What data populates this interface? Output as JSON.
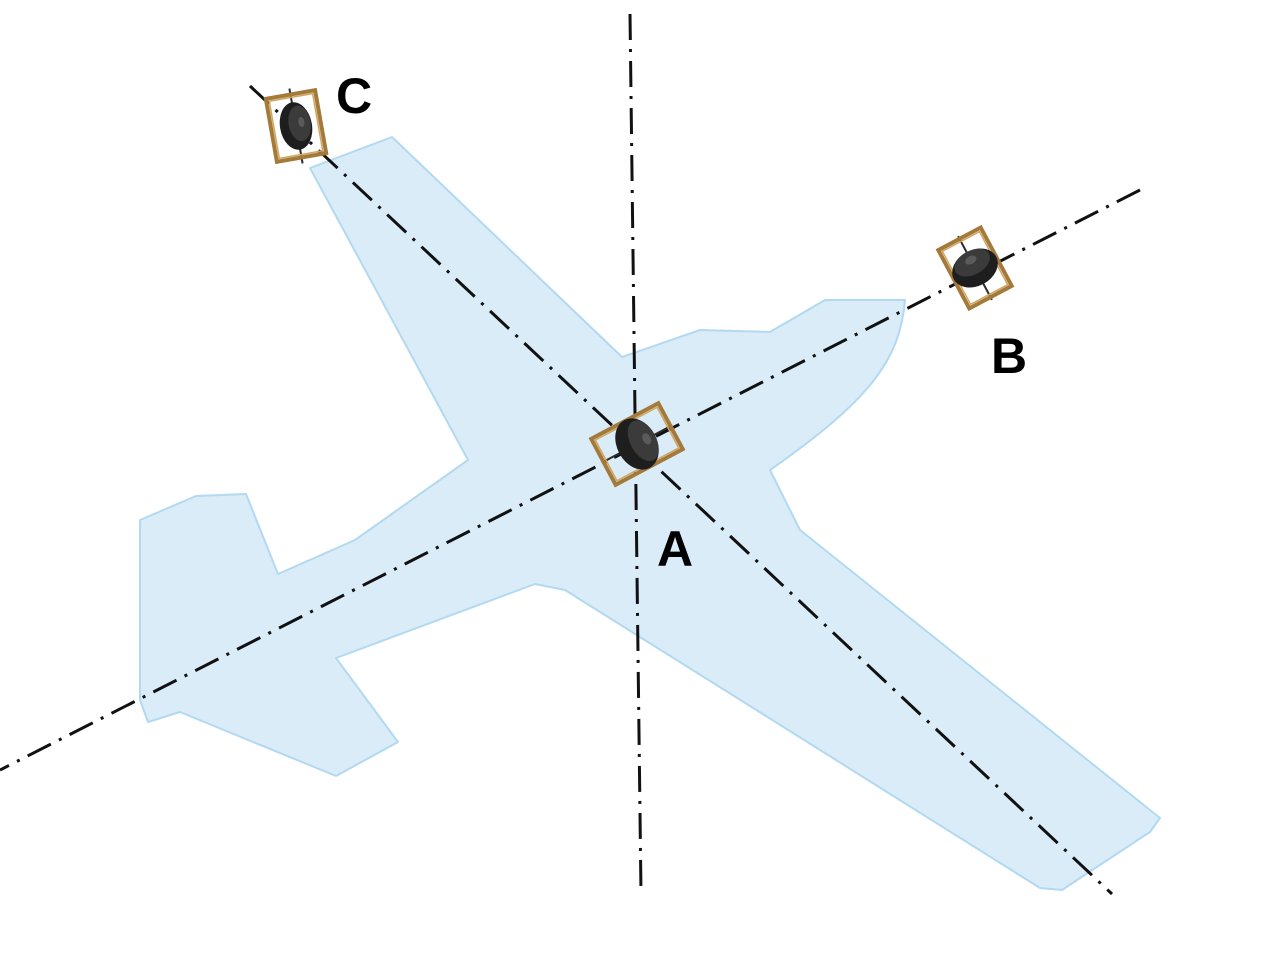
{
  "figure": {
    "description_labels": {
      "gyro_center": "A",
      "gyro_right": "B",
      "gyro_left": "C"
    }
  },
  "colors": {
    "airplane_fill": "#d9ecf8",
    "airplane_stroke": "#b3d9f1",
    "axis_line": "#111111",
    "gimbal": "#a37a3a",
    "rotor": "#1e1e1e",
    "label": "#000000"
  },
  "icons": [
    "airplane-silhouette",
    "gyroscope-icon"
  ]
}
